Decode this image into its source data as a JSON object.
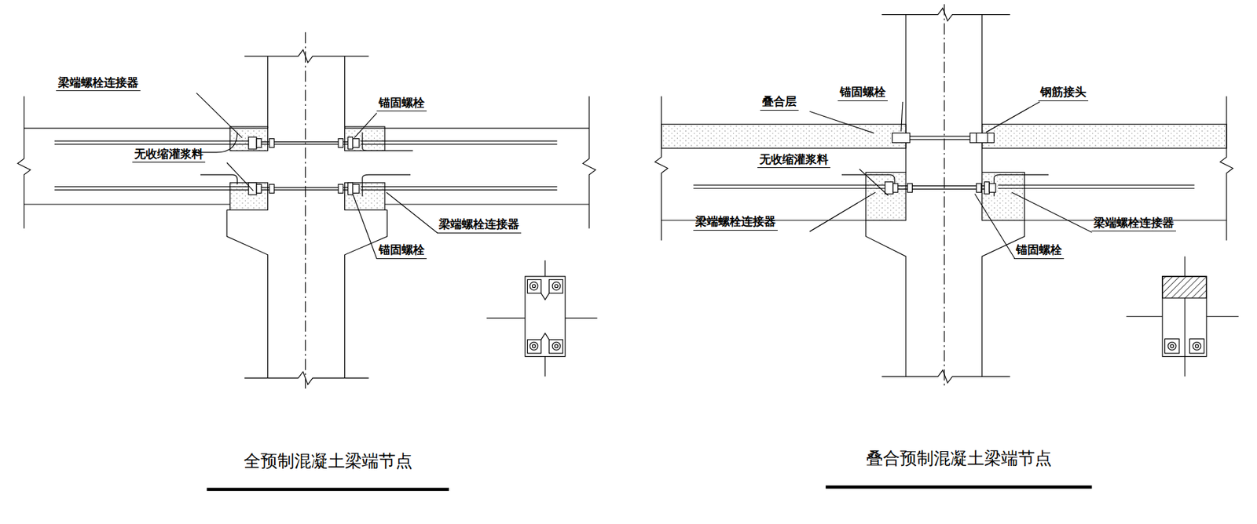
{
  "diagram": {
    "labels": [
      "梁端螺栓连接器",
      "锚固螺栓",
      "无收缩灌浆料",
      "梁端螺栓连接器",
      "锚固螺栓",
      "全预制混凝土梁端节点",
      "叠合层",
      "锚固螺栓",
      "钢筋接头",
      "无收缩灌浆料",
      "梁端螺栓连接器",
      "梁端螺栓连接器",
      "锚固螺栓",
      "叠合预制混凝土梁端节点"
    ]
  }
}
